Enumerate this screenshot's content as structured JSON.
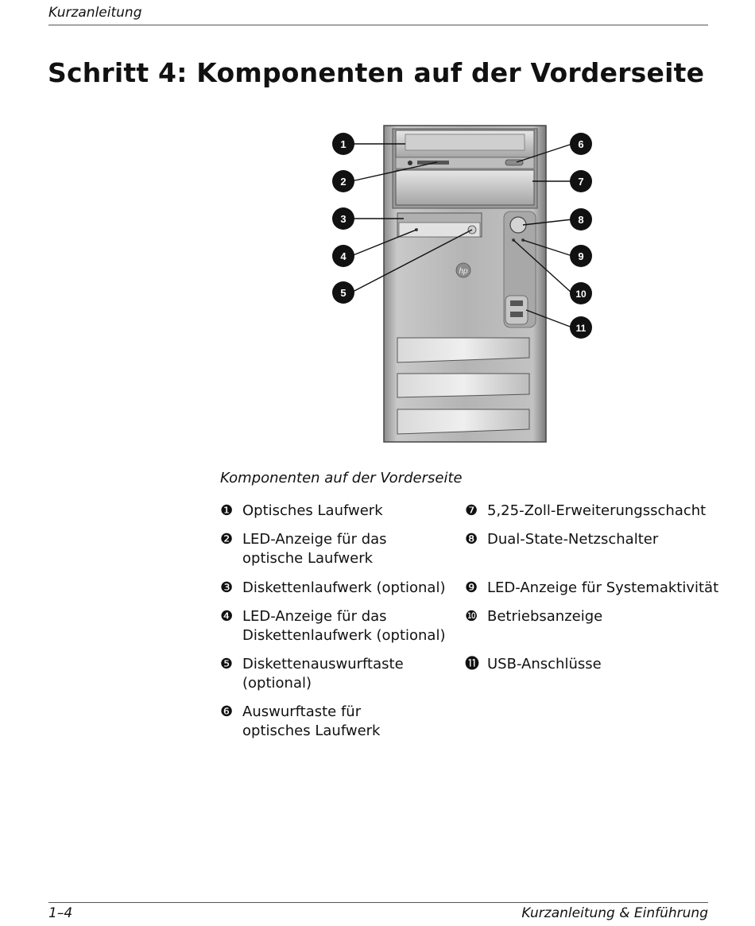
{
  "header": {
    "running_title": "Kurzanleitung"
  },
  "page": {
    "title": "Schritt 4: Komponenten auf der Vorderseite"
  },
  "figure": {
    "callouts": [
      "1",
      "2",
      "3",
      "4",
      "5",
      "6",
      "7",
      "8",
      "9",
      "10",
      "11"
    ],
    "logo_text": "hp"
  },
  "caption": "Komponenten auf der Vorderseite",
  "legend": [
    {
      "num": "❶",
      "text": "Optisches Laufwerk"
    },
    {
      "num": "❷",
      "text": "LED-Anzeige für das optische Laufwerk"
    },
    {
      "num": "❸",
      "text": "Diskettenlaufwerk (optional)"
    },
    {
      "num": "❹",
      "text": "LED-Anzeige für das Diskettenlaufwerk (optional)"
    },
    {
      "num": "❺",
      "text": "Diskettenauswurftaste (optional)"
    },
    {
      "num": "❻",
      "text": "Auswurftaste für optisches Laufwerk"
    },
    {
      "num": "❼",
      "text": "5,25-Zoll-Erweiterungsschacht"
    },
    {
      "num": "❽",
      "text": "Dual-State-Netzschalter"
    },
    {
      "num": "❾",
      "text": "LED-Anzeige für Systemaktivität"
    },
    {
      "num": "❿",
      "text": "Betriebsanzeige"
    },
    {
      "num": "⓫",
      "text": "USB-Anschlüsse"
    }
  ],
  "footer": {
    "page_number": "1–4",
    "doc_title": "Kurzanleitung & Einführung"
  }
}
